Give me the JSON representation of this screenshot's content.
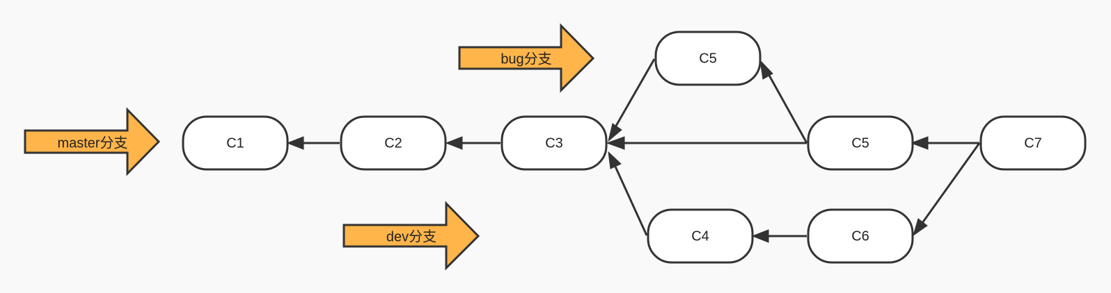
{
  "nodes": {
    "c1": "C1",
    "c2": "C2",
    "c3": "C3",
    "c5_top": "C5",
    "c5_mid": "C5",
    "c7": "C7",
    "c4": "C4",
    "c6": "C6"
  },
  "branches": {
    "master": "master分支",
    "bug": "bug分支",
    "dev": "dev分支"
  },
  "colors": {
    "branch_fill": "#ffb54a",
    "stroke": "#333333",
    "node_fill": "#ffffff",
    "background": "#f9f9f9"
  }
}
